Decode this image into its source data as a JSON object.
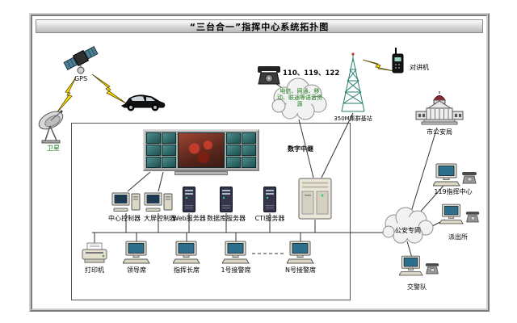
{
  "title": "“三台合一”指挥中心系统拓扑图",
  "colors": {
    "lightning": "#ffe000",
    "green_text": "#1f7a1f",
    "screen_teal": "#2e7373",
    "map_red": "#b03a2e",
    "frame_gray": "#cfcfcf"
  },
  "labels": {
    "gps": "GPS",
    "satellite": "卫星",
    "hotlines": "110、119、122",
    "telecom_cloud": "电信、网通、移动、联通等语音资源",
    "digital_trunk": "数字中继",
    "base_station": "350M集群基站",
    "walkie_talkie": "对讲机",
    "city_psb": "市公安局",
    "center_119": "119指挥中心",
    "police_network": "公安专网",
    "police_station": "派出所",
    "traffic_police": "交警队",
    "center_controller": "中心控制器",
    "screen_controller": "大屏控制器",
    "web_server": "Web服务器",
    "db_server": "数据库服务器",
    "cti_server": "CTI服务器",
    "printer": "打印机",
    "leader_seat": "领导席",
    "commander_seat": "指挥长席",
    "seat_1": "1号接警席",
    "seat_n": "N号接警席"
  }
}
